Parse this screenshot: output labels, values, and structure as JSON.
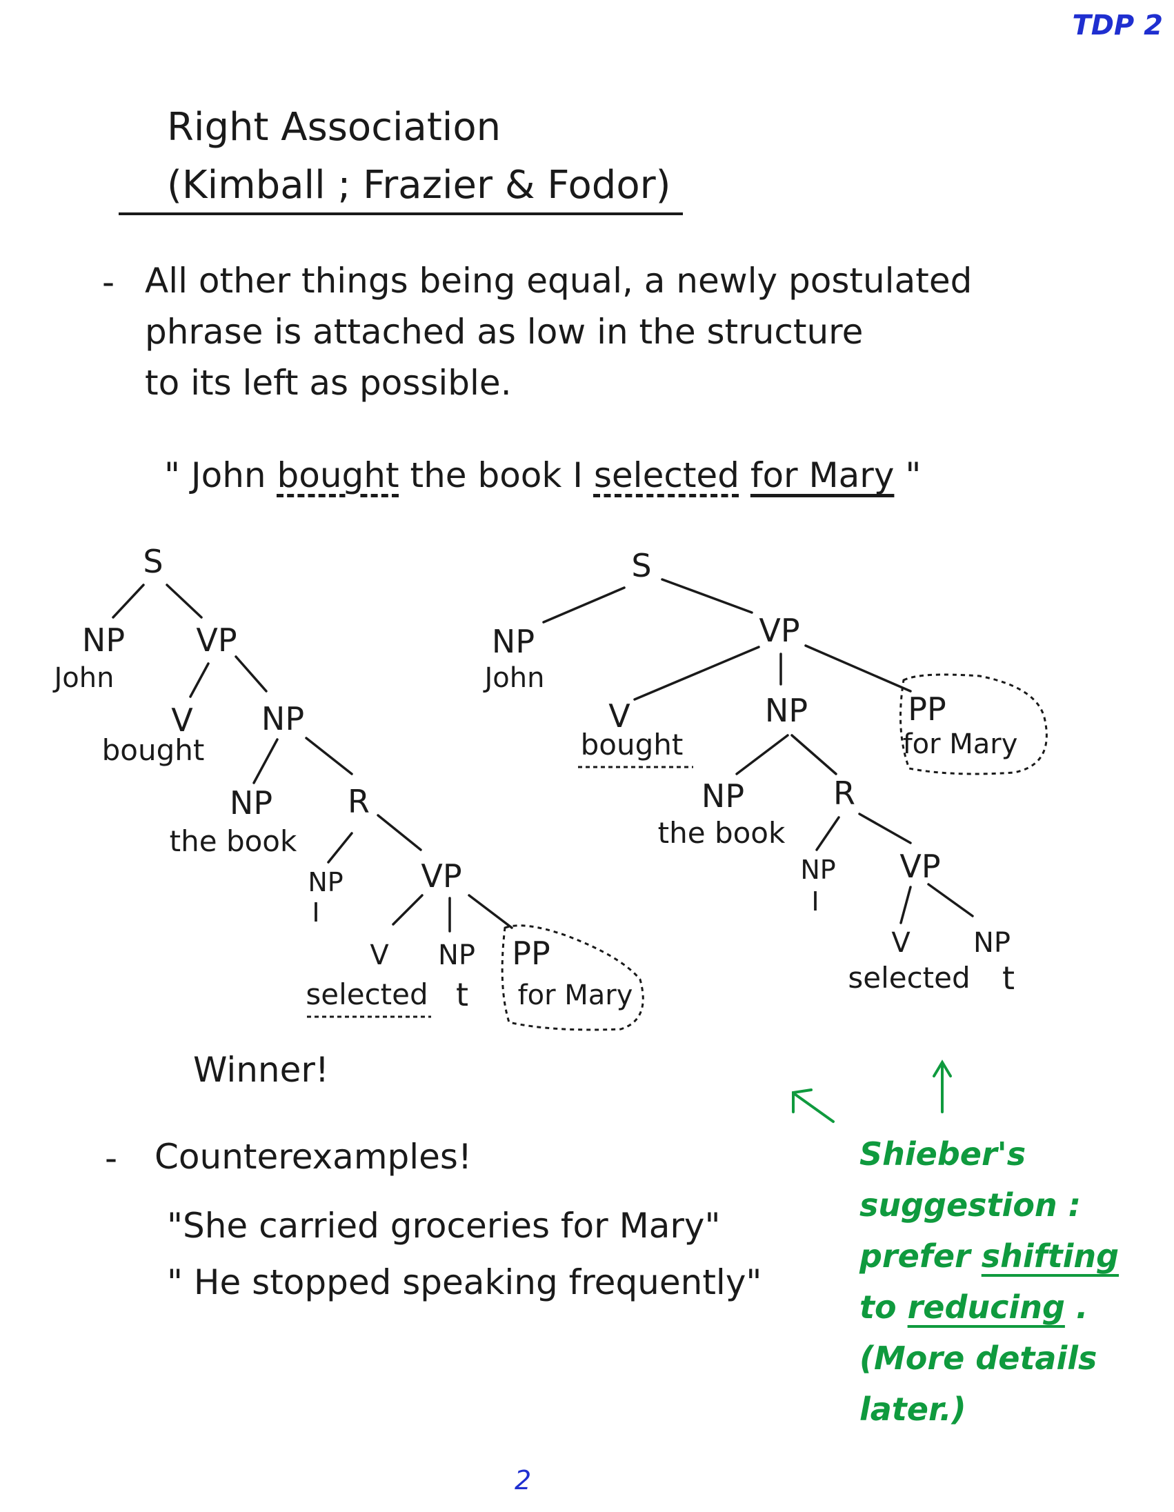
{
  "corner_label": "TDP 2",
  "title": "Right Association",
  "subtitle": "(Kimball ; Frazier & Fodor)",
  "bullet1": {
    "dash": "-",
    "lines": [
      "All other things being equal, a newly postulated",
      "phrase is attached as low in the structure",
      "to its left as possible."
    ]
  },
  "example": {
    "open_quote": "\"",
    "w1": "John",
    "w2": "bought",
    "w3": "the book I",
    "w4": "selected",
    "w5": "for Mary",
    "close_quote": "\""
  },
  "tree_left": {
    "S": "S",
    "NP1": "NP",
    "John": "John",
    "VP1": "VP",
    "V1": "V",
    "bought": "bought",
    "NP2": "NP",
    "NP3": "NP",
    "thebook": "the book",
    "R": "R",
    "NP4": "NP",
    "I": "I",
    "VP2": "VP",
    "V2": "V",
    "selected": "selected",
    "NP5": "NP",
    "t": "t",
    "PP": "PP",
    "forMary": "for Mary"
  },
  "tree_right": {
    "S": "S",
    "NP1": "NP",
    "John": "John",
    "VP1": "VP",
    "V1": "V",
    "bought": "bought",
    "NP2": "NP",
    "PP": "PP",
    "forMary": "for Mary",
    "NP3": "NP",
    "thebook": "the book",
    "R": "R",
    "NP4": "NP",
    "I": "I",
    "VP2": "VP",
    "V2": "V",
    "NP5": "NP",
    "selected": "selected",
    "t": "t"
  },
  "winner_label": "Winner!",
  "bullet2": {
    "dash": "-",
    "heading": "Counterexamples!",
    "examples": [
      "\"She carried groceries for Mary\"",
      "\" He stopped speaking frequently\""
    ]
  },
  "note": {
    "color": "#0f9a3e",
    "lines": [
      "Shieber's",
      "suggestion :"
    ],
    "line3_pre": "prefer ",
    "line3_u": "shifting",
    "line4_pre": "to ",
    "line4_u": "reducing",
    "line4_post": " .",
    "line5": "(More details",
    "line6": "later.)"
  },
  "page_number": "2"
}
